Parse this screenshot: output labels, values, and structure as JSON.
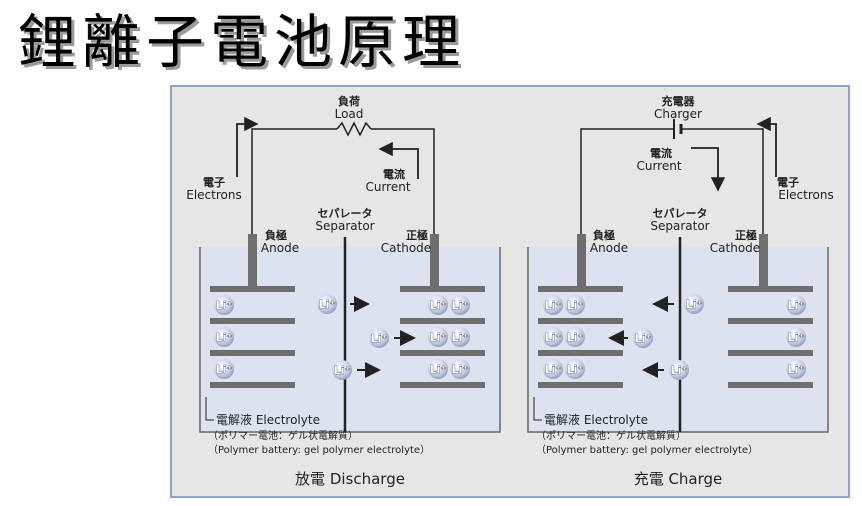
{
  "title": "鋰離子電池原理",
  "colors": {
    "electrolyte": "#dde2f0",
    "frame_border": "#8ea3c8",
    "frame_bg": "#e6e6e6",
    "electrode": "#6e6e6e",
    "ion_fill": "#dbe1f2",
    "ion_text": "#ffffff"
  },
  "ion_label": "Li⁺",
  "discharge": {
    "load_jp": "負荷",
    "load_en": "Load",
    "electrons_jp": "電子",
    "electrons_en": "Electrons",
    "current_jp": "電流",
    "current_en": "Current",
    "separator_jp": "セパレータ",
    "separator_en": "Separator",
    "anode_jp": "負極",
    "anode_en": "Anode",
    "cathode_jp": "正極",
    "cathode_en": "Cathode",
    "electrolyte_line1": "電解液 Electrolyte",
    "electrolyte_line2": "（ポリマー電池：ゲル状電解質）",
    "electrolyte_line3": "（Polymer battery: gel polymer electrolyte）",
    "caption": "放電 Discharge"
  },
  "charge": {
    "charger_jp": "充電器",
    "charger_en": "Charger",
    "electrons_jp": "電子",
    "electrons_en": "Electrons",
    "current_jp": "電流",
    "current_en": "Current",
    "separator_jp": "セパレータ",
    "separator_en": "Separator",
    "anode_jp": "負極",
    "anode_en": "Anode",
    "cathode_jp": "正極",
    "cathode_en": "Cathode",
    "electrolyte_line1": "電解液 Electrolyte",
    "electrolyte_line2": "（ポリマー電池：ゲル状電解質）",
    "electrolyte_line3": "（Polymer battery: gel polymer electrolyte）",
    "caption": "充電 Charge"
  }
}
